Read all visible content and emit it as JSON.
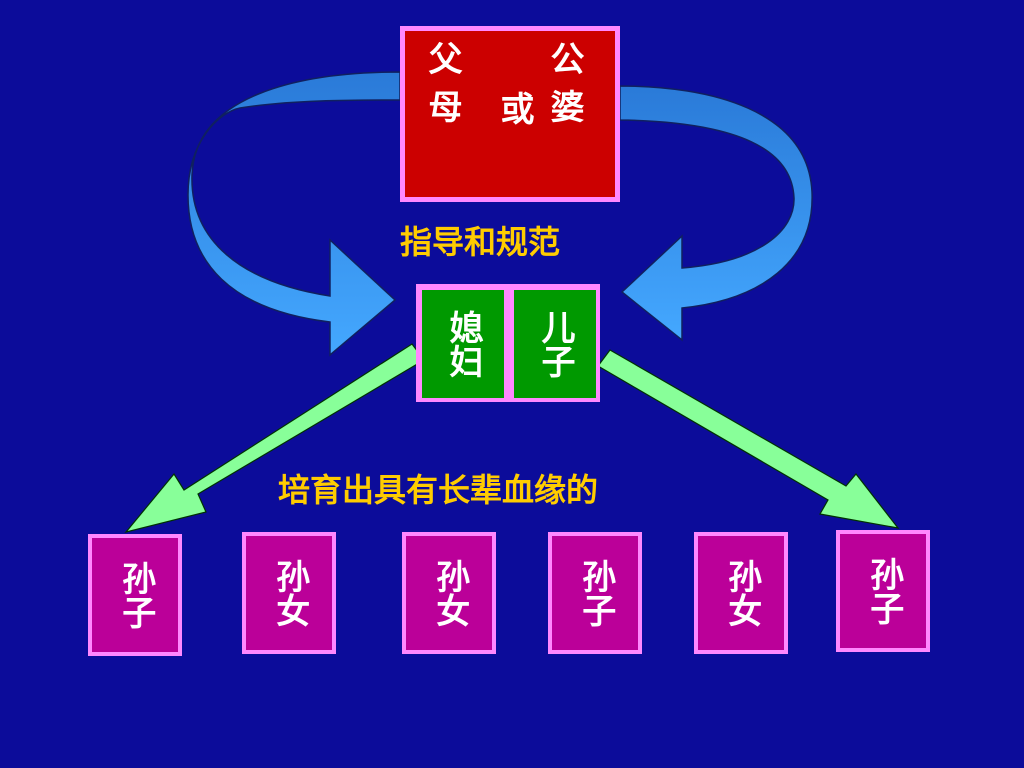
{
  "diagram": {
    "top_box": {
      "col_right": "公婆",
      "col_mid": "或",
      "col_left": "父母"
    },
    "caption_top": "指导和规范",
    "middle_box": {
      "left_panel": "媳妇",
      "right_panel": "儿子"
    },
    "caption_bottom": "培育出具有长辈血缘的",
    "grandchildren": [
      {
        "label": "孙子"
      },
      {
        "label": "孙女"
      },
      {
        "label": "孙女"
      },
      {
        "label": "孙子"
      },
      {
        "label": "孙女"
      },
      {
        "label": "孙子"
      }
    ]
  },
  "colors": {
    "background": "#0c0c9a",
    "top_box": "#cc0000",
    "middle_panel": "#009900",
    "grandchild_box": "#bb0099",
    "box_border": "#ff88ff",
    "caption": "#ffcc00",
    "curved_arrow": "#3399ff",
    "straight_arrow": "#88ff99"
  }
}
